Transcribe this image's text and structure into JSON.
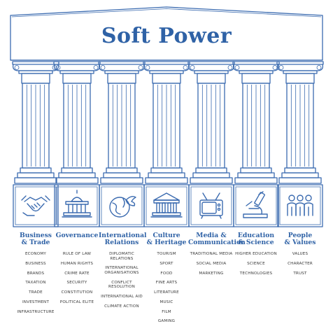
{
  "diagram": {
    "title": "Soft Power",
    "colors": {
      "accent": "#2f62a6",
      "line": "#3b6bb0",
      "text": "#3a3a3a"
    },
    "pillars": [
      {
        "name": [
          "Business",
          "& Trade"
        ],
        "icon": "handshake-icon",
        "items": [
          "ECONOMY",
          "BUSINESS",
          "BRANDS",
          "TAXATION",
          "TRADE",
          "INVESTMENT",
          "INFRASTRUCTURE"
        ]
      },
      {
        "name": [
          "Governance",
          ""
        ],
        "icon": "capitol-building-icon",
        "items": [
          "RULE OF LAW",
          "HUMAN RIGHTS",
          "CRIME RATE",
          "SECURITY",
          "CONSTITUTION",
          "POLITICAL ELITE"
        ]
      },
      {
        "name": [
          "International",
          "Relations"
        ],
        "icon": "globe-dove-icon",
        "items": [
          "DIPLOMATIC RELATIONS",
          "INTERNATIONAL ORGANISATIONS",
          "CONFLICT RESOLUTION",
          "INTERNATIONAL AID",
          "CLIMATE ACTION"
        ]
      },
      {
        "name": [
          "Culture",
          "& Heritage"
        ],
        "icon": "museum-icon",
        "items": [
          "TOURISM",
          "SPORT",
          "FOOD",
          "FINE ARTS",
          "LITERATURE",
          "MUSIC",
          "FILM",
          "GAMING"
        ]
      },
      {
        "name": [
          "Media &",
          "Communication"
        ],
        "icon": "television-icon",
        "items": [
          "TRADITIONAL MEDIA",
          "SOCIAL MEDIA",
          "MARKETING"
        ]
      },
      {
        "name": [
          "Education",
          "& Science"
        ],
        "icon": "microscope-icon",
        "items": [
          "HIGHER EDUCATION",
          "SCIENCE",
          "TECHNOLOGIES"
        ]
      },
      {
        "name": [
          "People",
          "& Values"
        ],
        "icon": "people-group-icon",
        "items": [
          "VALUES",
          "CHARACTER",
          "TRUST"
        ]
      }
    ]
  }
}
